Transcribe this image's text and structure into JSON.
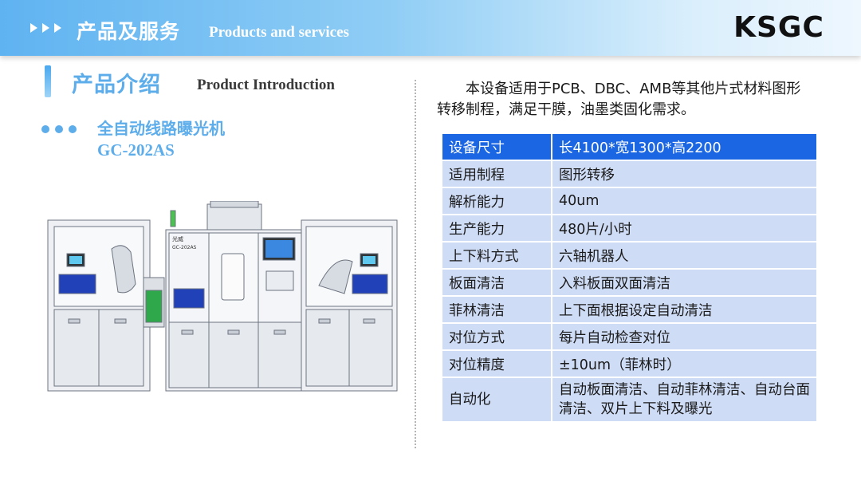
{
  "header": {
    "title": "产品及服务",
    "subtitle": "Products and services",
    "logo_text": "KSGC"
  },
  "section": {
    "title": "产品介绍",
    "subtitle": "Product Introduction"
  },
  "product": {
    "name": "全自动线路曝光机",
    "model": "GC-202AS",
    "machine_label_top": "光威",
    "machine_label_model": "GC-202AS"
  },
  "intro": "本设备适用于PCB、DBC、AMB等其他片式材料图形转移制程，满足干膜，油墨类固化需求。",
  "specs": [
    {
      "key": "设备尺寸",
      "value": "长4100*宽1300*高2200"
    },
    {
      "key": "适用制程",
      "value": "图形转移"
    },
    {
      "key": "解析能力",
      "value": "40um"
    },
    {
      "key": "生产能力",
      "value": "480片/小时"
    },
    {
      "key": "上下料方式",
      "value": "六轴机器人"
    },
    {
      "key": "板面清洁",
      "value": "入料板面双面清洁"
    },
    {
      "key": "菲林清洁",
      "value": "上下面根据设定自动清洁"
    },
    {
      "key": "对位方式",
      "value": "每片自动检查对位"
    },
    {
      "key": "对位精度",
      "value": "±10um（菲林时）"
    },
    {
      "key": "自动化",
      "value": "自动板面清洁、自动菲林清洁、自动台面清洁、双片上下料及曝光"
    }
  ],
  "colors": {
    "accent": "#5dadeb",
    "table_header": "#1b66e2",
    "table_row": "#cfdcf6"
  }
}
